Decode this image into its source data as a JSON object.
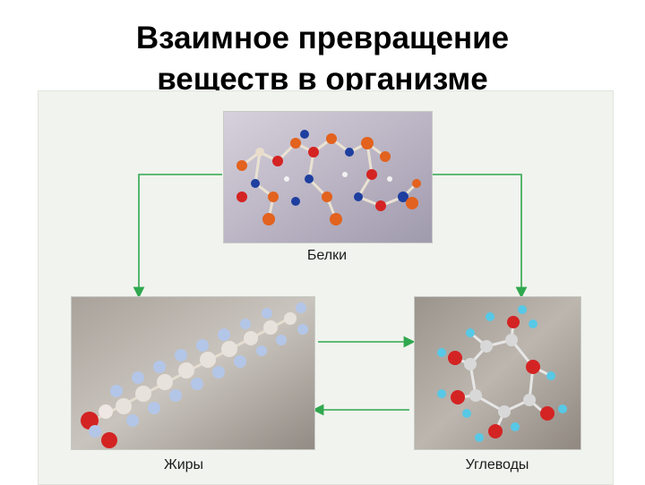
{
  "title": {
    "line1": "Взаимное превращение",
    "line2": "веществ в организме"
  },
  "nodes": {
    "proteins": {
      "label": "Белки"
    },
    "fats": {
      "label": "Жиры"
    },
    "carbs": {
      "label": "Углеводы"
    }
  },
  "colors": {
    "arrow": "#2fa84f",
    "oxygen": "#d42323",
    "carbon": "#d8d8d8",
    "hydrogen": "#57c8e6",
    "nitrogen": "#1e3fa0",
    "orange_atom": "#e2621e"
  }
}
